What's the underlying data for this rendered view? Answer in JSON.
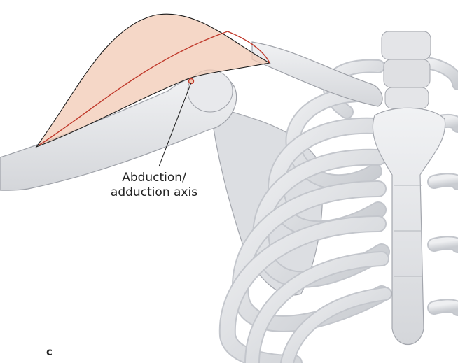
{
  "figure": {
    "panel_letter": "c",
    "annotation": {
      "line1": "Abduction/",
      "line2": "adduction axis"
    }
  },
  "colors": {
    "bone_fill": "#e6e7ea",
    "bone_shadow": "#b9bcc2",
    "bone_outline": "#9ea1a8",
    "motion_fill": "#f2c9b4",
    "motion_outline": "#1a1a1a",
    "axis_line": "#c0392b"
  }
}
